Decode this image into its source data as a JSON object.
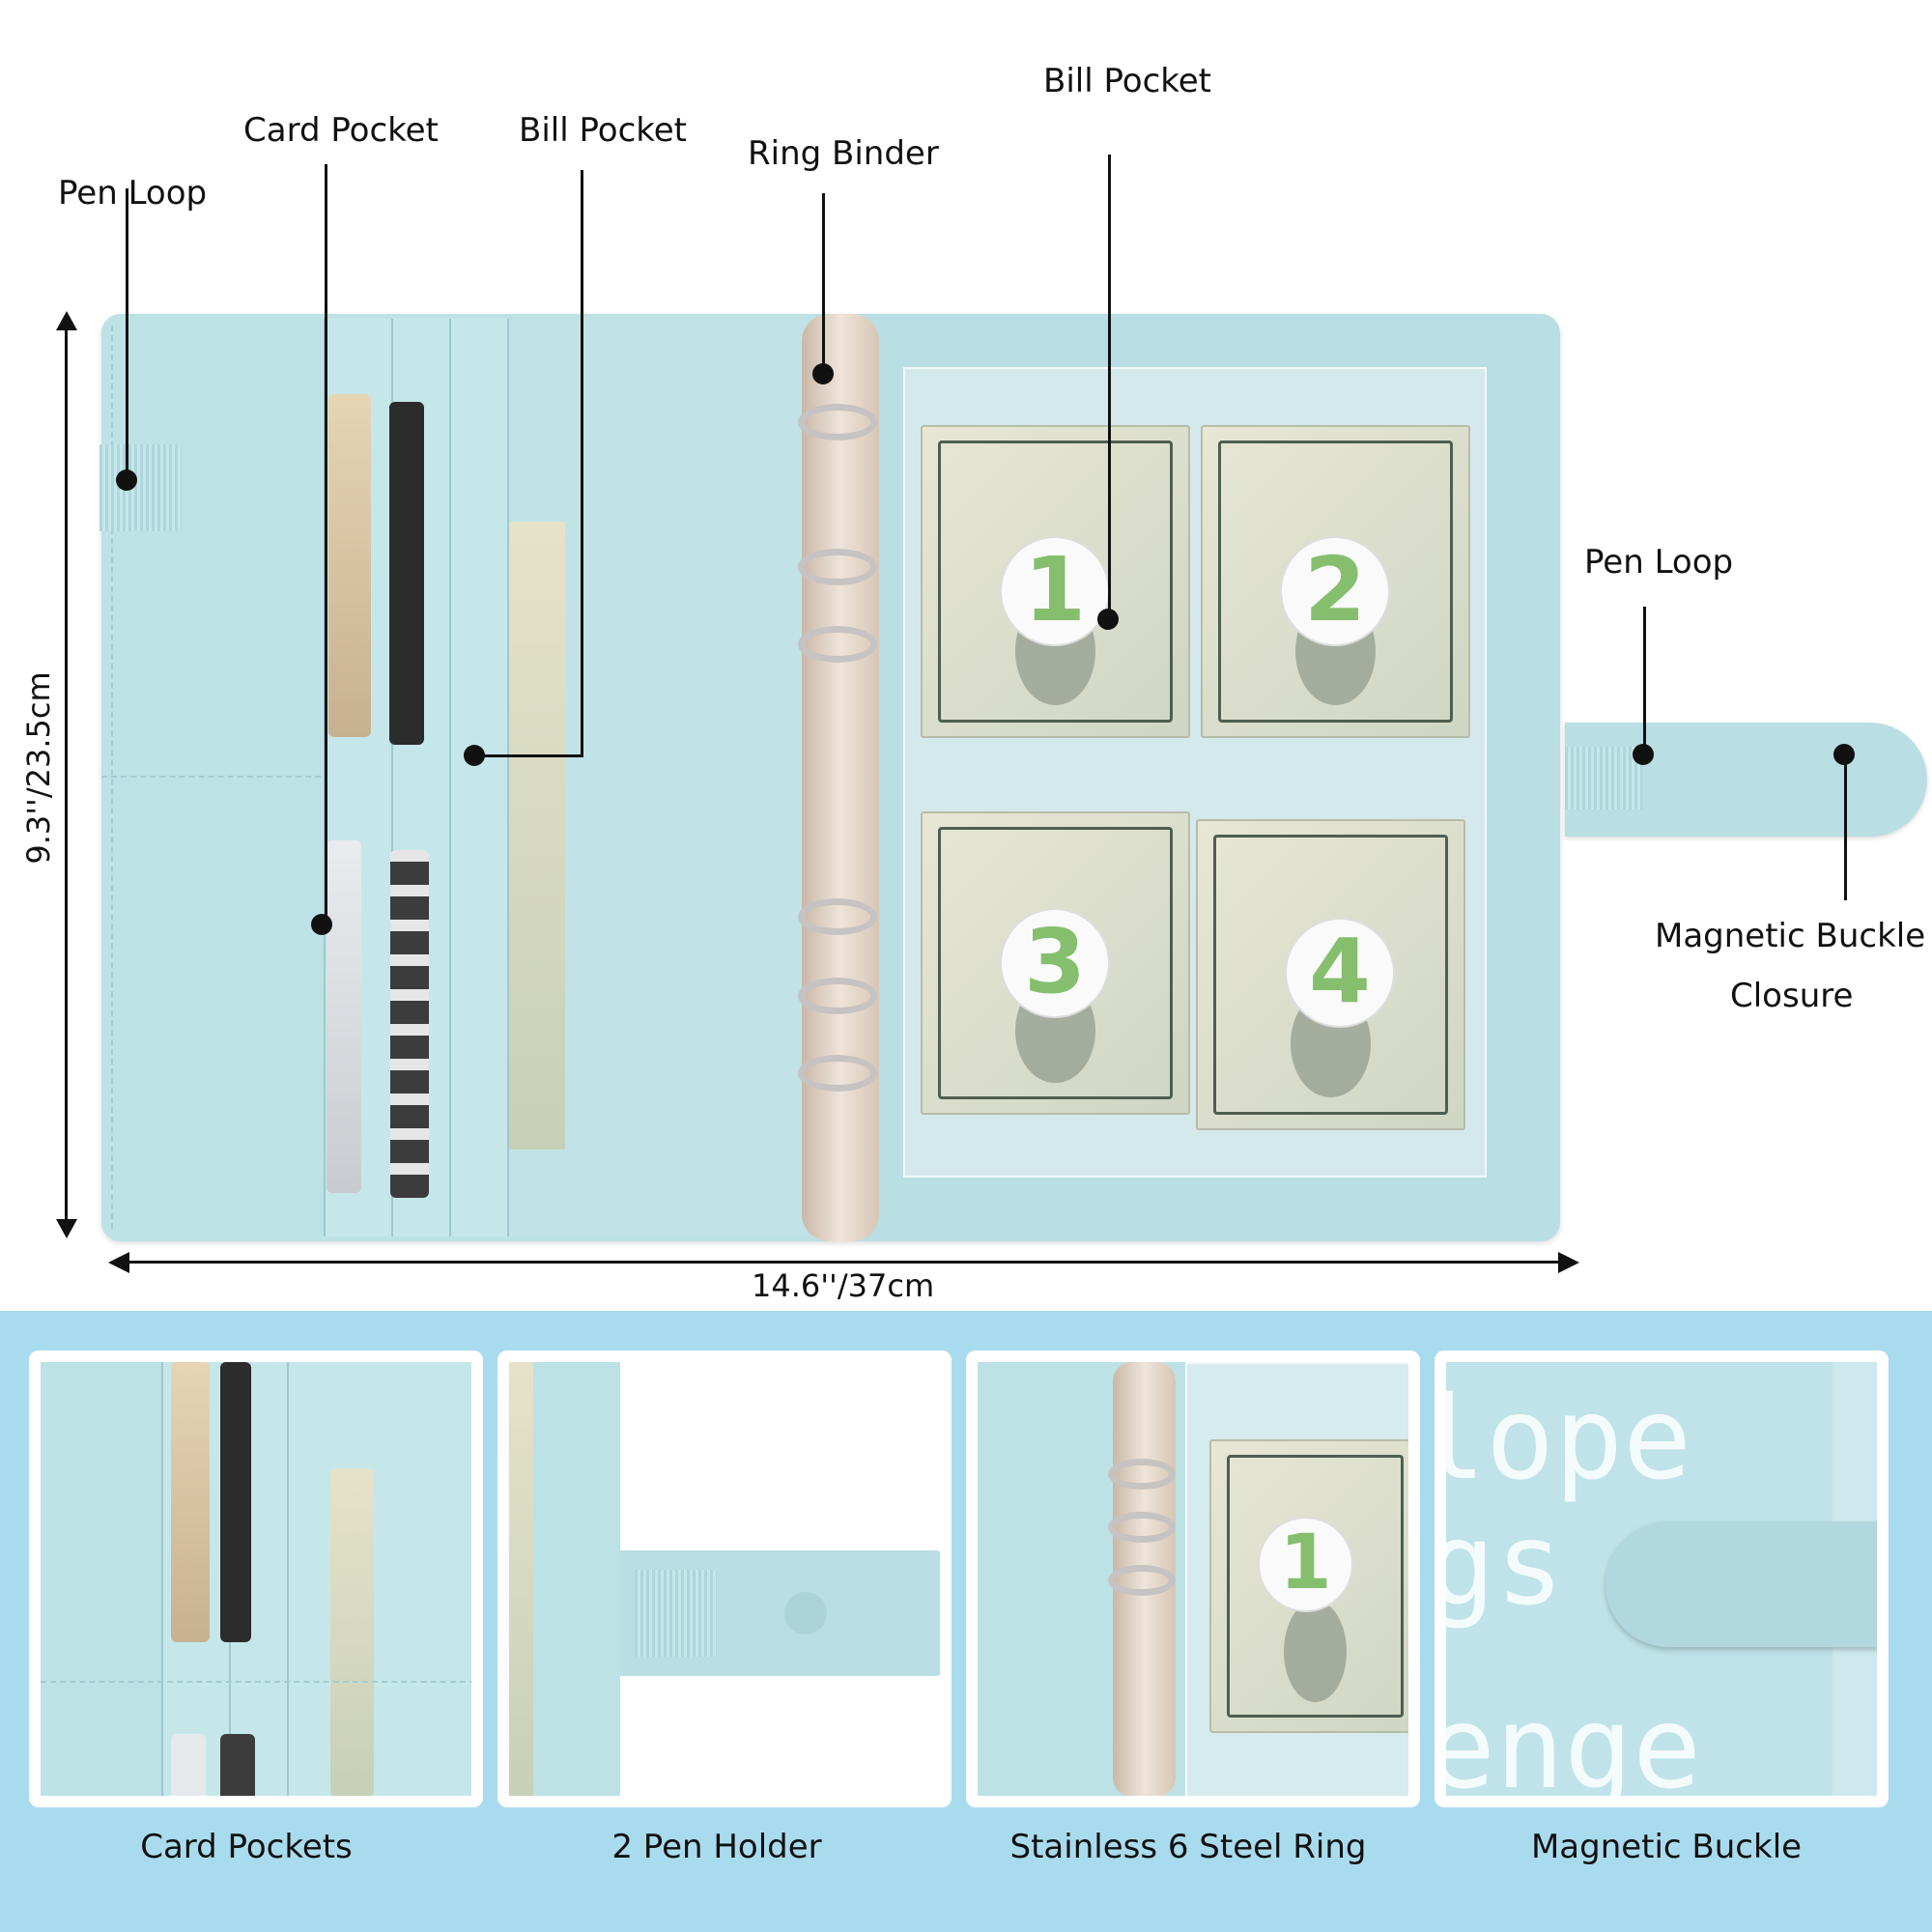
{
  "callouts": {
    "pen_loop_left": "Pen Loop",
    "card_pocket": "Card Pocket",
    "bill_pocket_left": "Bill Pocket",
    "ring_binder": "Ring Binder",
    "bill_pocket_right": "Bill Pocket",
    "pen_loop_right": "Pen Loop",
    "magnetic_buckle_line1": "Magnetic Buckle",
    "magnetic_buckle_line2": "Closure"
  },
  "dimensions": {
    "height": "9.3''/23.5cm",
    "width": "14.6''/37cm"
  },
  "stickers": [
    "1",
    "2",
    "3",
    "4"
  ],
  "cover_text": [
    "lope",
    "gs",
    "enge"
  ],
  "features": [
    {
      "caption": "Card Pockets"
    },
    {
      "caption": "2 Pen Holder"
    },
    {
      "caption": "Stainless 6 Steel Ring"
    },
    {
      "caption": "Magnetic Buckle"
    }
  ],
  "colors": {
    "binder": "#b9dee3",
    "band": "#a9dbee",
    "sticker_number": "#85bf6e"
  }
}
